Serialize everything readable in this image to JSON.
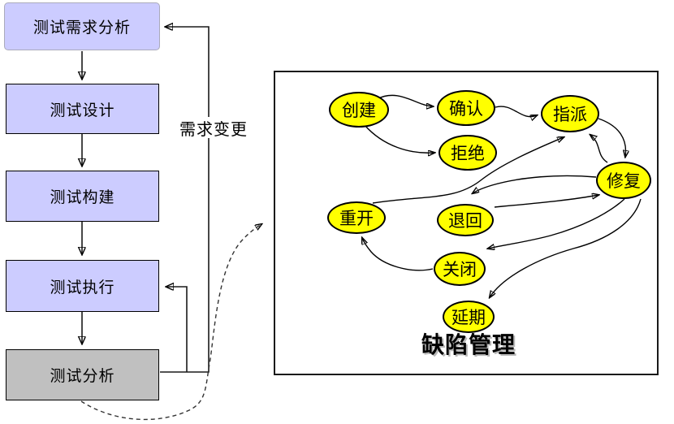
{
  "flowchart": {
    "boxes": [
      {
        "label": "测试需求分析"
      },
      {
        "label": "测试设计"
      },
      {
        "label": "测试构建"
      },
      {
        "label": "测试执行"
      },
      {
        "label": "测试分析"
      }
    ],
    "feedback_label": "需求变更",
    "colors": {
      "box_fill": "#CCCCFF",
      "analysis_box_fill": "#C0C0C0",
      "line": "#000000"
    },
    "edges": [
      {
        "from": "测试需求分析",
        "to": "测试设计"
      },
      {
        "from": "测试设计",
        "to": "测试构建"
      },
      {
        "from": "测试构建",
        "to": "测试执行"
      },
      {
        "from": "测试执行",
        "to": "测试分析"
      },
      {
        "from": "测试分析",
        "to": "测试执行"
      },
      {
        "from": "测试分析",
        "to": "测试需求分析",
        "label": "需求变更"
      },
      {
        "from": "测试分析",
        "to": "缺陷管理",
        "style": "dashed"
      }
    ]
  },
  "defect_diagram": {
    "title": "缺陷管理",
    "colors": {
      "node_fill": "#FFFF00",
      "node_border": "#000000",
      "frame_border": "#1A1A1A"
    },
    "nodes": [
      {
        "label": "创建"
      },
      {
        "label": "确认"
      },
      {
        "label": "拒绝"
      },
      {
        "label": "指派"
      },
      {
        "label": "修复"
      },
      {
        "label": "重开"
      },
      {
        "label": "退回"
      },
      {
        "label": "关闭"
      },
      {
        "label": "延期"
      }
    ],
    "edges": [
      {
        "from": "创建",
        "to": "确认"
      },
      {
        "from": "创建",
        "to": "拒绝"
      },
      {
        "from": "确认",
        "to": "指派"
      },
      {
        "from": "指派",
        "to": "修复"
      },
      {
        "from": "修复",
        "to": "指派"
      },
      {
        "from": "重开",
        "to": "指派"
      },
      {
        "from": "修复",
        "to": "退回"
      },
      {
        "from": "退回",
        "to": "修复"
      },
      {
        "from": "修复",
        "to": "关闭"
      },
      {
        "from": "修复",
        "to": "延期"
      },
      {
        "from": "关闭",
        "to": "重开"
      }
    ]
  }
}
